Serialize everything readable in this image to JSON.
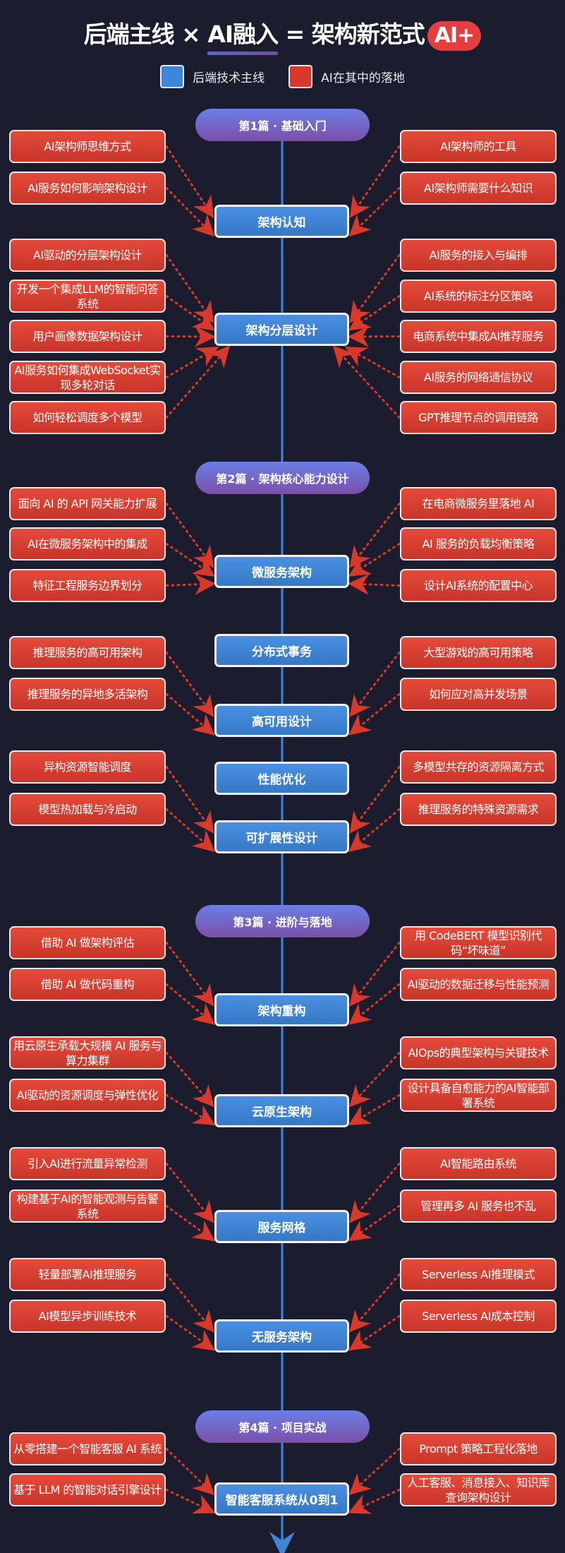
{
  "title": {
    "part1": "后端主线 × ",
    "part2": "AI融入",
    "part3": " = 架构新范式",
    "badge": "AI+"
  },
  "legend": [
    {
      "label": "后端技术主线",
      "color": "#3f86d8"
    },
    {
      "label": "AI在其中的落地",
      "color": "#d8392b"
    }
  ],
  "colors": {
    "backend": "#3f86d8",
    "ai": "#d8392b",
    "section": "#6b7ee6",
    "line": "#3f86d8"
  },
  "sections": [
    {
      "label": "第1篇 · 基础入门",
      "nodes": [
        {
          "label": "架构认知",
          "left": [
            "AI架构师思维方式",
            "AI服务如何影响架构设计"
          ],
          "right": [
            "AI架构师的工具",
            "AI架构师需要什么知识"
          ]
        },
        {
          "label": "架构分层设计",
          "left": [
            "AI驱动的分层架构设计",
            "开发一个集成LLM的智能问答系统",
            "用户画像数据架构设计",
            "AI服务如何集成WebSocket实现多轮对话",
            "如何轻松调度多个模型"
          ],
          "right": [
            "AI服务的接入与编排",
            "AI系统的标注分区策略",
            "电商系统中集成AI推荐服务",
            "AI服务的网络通信协议",
            "GPT推理节点的调用链路"
          ]
        }
      ]
    },
    {
      "label": "第2篇 · 架构核心能力设计",
      "nodes": [
        {
          "label": "微服务架构",
          "left": [
            "面向 AI 的 API 网关能力扩展",
            "AI在微服务架构中的集成",
            "特征工程服务边界划分"
          ],
          "right": [
            "在电商微服务里落地 AI",
            "AI 服务的负载均衡策略",
            "设计AI系统的配置中心"
          ]
        },
        {
          "label": "分布式事务",
          "left": [],
          "right": []
        },
        {
          "label": "高可用设计",
          "left": [
            "推理服务的高可用架构",
            "推理服务的异地多活架构"
          ],
          "right": [
            "大型游戏的高可用策略",
            "如何应对高并发场景"
          ]
        },
        {
          "label": "性能优化",
          "left": [],
          "right": []
        },
        {
          "label": "可扩展性设计",
          "left": [
            "异构资源智能调度",
            "模型热加载与冷启动"
          ],
          "right": [
            "多模型共存的资源隔离方式",
            "推理服务的特殊资源需求"
          ]
        }
      ]
    },
    {
      "label": "第3篇 · 进阶与落地",
      "nodes": [
        {
          "label": "架构重构",
          "left": [
            "借助 AI 做架构评估",
            "借助 AI 做代码重构"
          ],
          "right": [
            "用 CodeBERT 模型识别代码“坏味道”",
            "AI驱动的数据迁移与性能预测"
          ]
        },
        {
          "label": "云原生架构",
          "left": [
            "用云原生承载大规模 AI 服务与算力集群",
            "AI驱动的资源调度与弹性优化"
          ],
          "right": [
            "AIOps的典型架构与关键技术",
            "设计具备自愈能力的AI智能部署系统"
          ]
        },
        {
          "label": "服务网格",
          "left": [
            "引入AI进行流量异常检测",
            "构建基于AI的智能观测与告警系统"
          ],
          "right": [
            "AI智能路由系统",
            "管理再多 AI 服务也不乱"
          ]
        },
        {
          "label": "无服务架构",
          "left": [
            "轻量部署AI推理服务",
            "AI模型异步训练技术"
          ],
          "right": [
            "Serverless AI推理模式",
            "Serverless AI成本控制"
          ]
        }
      ]
    },
    {
      "label": "第4篇 · 项目实战",
      "nodes": [
        {
          "label": "智能客服系统从0到1",
          "left": [
            "从零搭建一个智能客服 AI 系统",
            "基于 LLM 的智能对话引擎设计"
          ],
          "right": [
            "Prompt 策略工程化落地",
            "人工客服、消息接入、知识库查询架构设计"
          ]
        }
      ]
    }
  ]
}
